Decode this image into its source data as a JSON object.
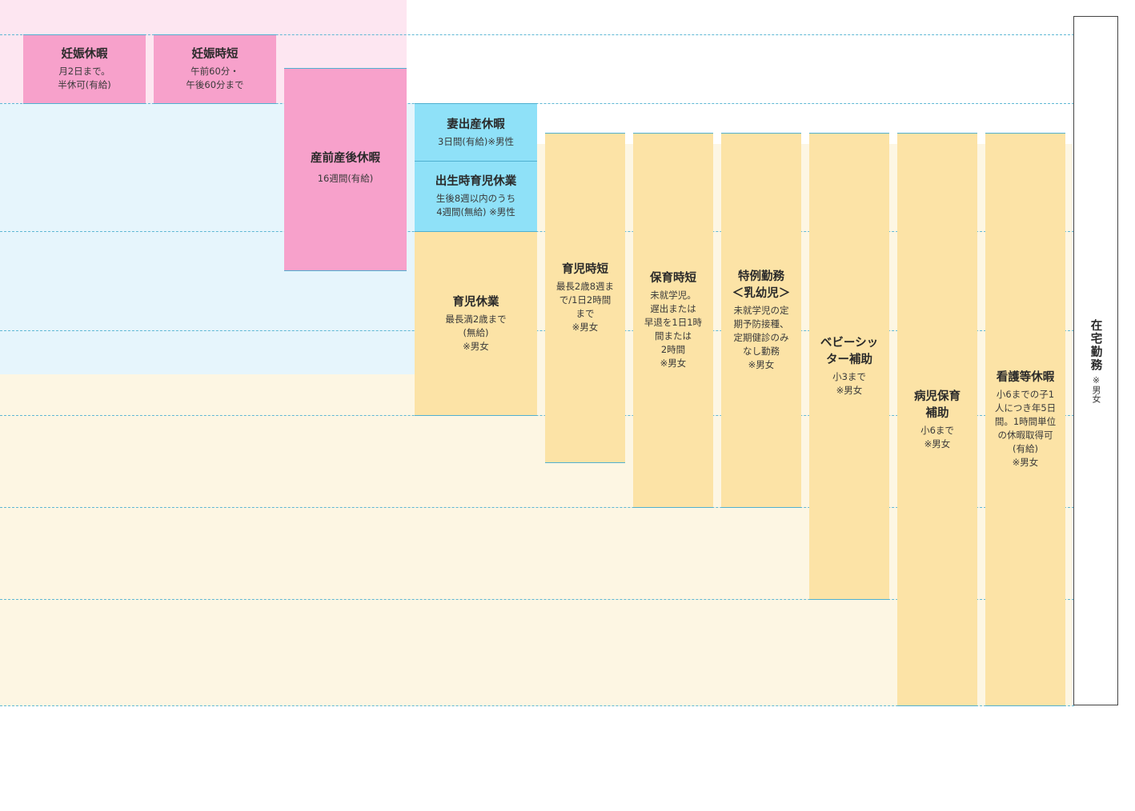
{
  "colors": {
    "band_pregnancy": "#fde6f1",
    "band_birth": "#e6f5fc",
    "band_childcare": "#fdf6e3",
    "pink_box": "#f7a1cb",
    "blue_box": "#8fe1f8",
    "yellow_box": "#fce3a6",
    "grid_line": "#5fb8d4"
  },
  "items": {
    "pregnancy_leave": {
      "title": "妊娠休暇",
      "desc": "月2日まで。\n半休可(有給)"
    },
    "pregnancy_short": {
      "title": "妊娠時短",
      "desc": "午前60分・\n午後60分まで"
    },
    "maternity_leave": {
      "title": "産前産後休暇",
      "desc": "16週間(有給)"
    },
    "spouse_birth_leave": {
      "title": "妻出産休暇",
      "desc": "3日間(有給)※男性"
    },
    "birth_childcare_leave": {
      "title": "出生時育児休業",
      "desc": "生後8週以内のうち\n4週間(無給) ※男性"
    },
    "childcare_leave": {
      "title": "育児休業",
      "desc": "最長満2歳まで\n(無給)\n※男女"
    },
    "childcare_short": {
      "title": "育児時短",
      "desc": "最長2歳8週ま\nで/1日2時間\nまで\n※男女"
    },
    "nursery_short": {
      "title": "保育時短",
      "desc": "未就学児。\n遅出または\n早退を1日1時\n間または\n2時間\n※男女"
    },
    "special_work": {
      "title": "特例勤務\n＜乳幼児＞",
      "desc": "未就学児の定\n期予防接種、\n定期健診のみ\nなし勤務\n※男女"
    },
    "babysitter": {
      "title": "ベビーシッ\nター補助",
      "desc": "小3まで\n※男女"
    },
    "sick_child_care": {
      "title": "病児保育\n補助",
      "desc": "小6まで\n※男女"
    },
    "nursing_leave": {
      "title": "看護等休暇",
      "desc": "小6までの子1\n人につき年5日\n間。1時間単位\nの休暇取得可\n(有給)\n※男女"
    },
    "remote_work": {
      "title": "在宅勤務",
      "desc": "※男女"
    }
  }
}
